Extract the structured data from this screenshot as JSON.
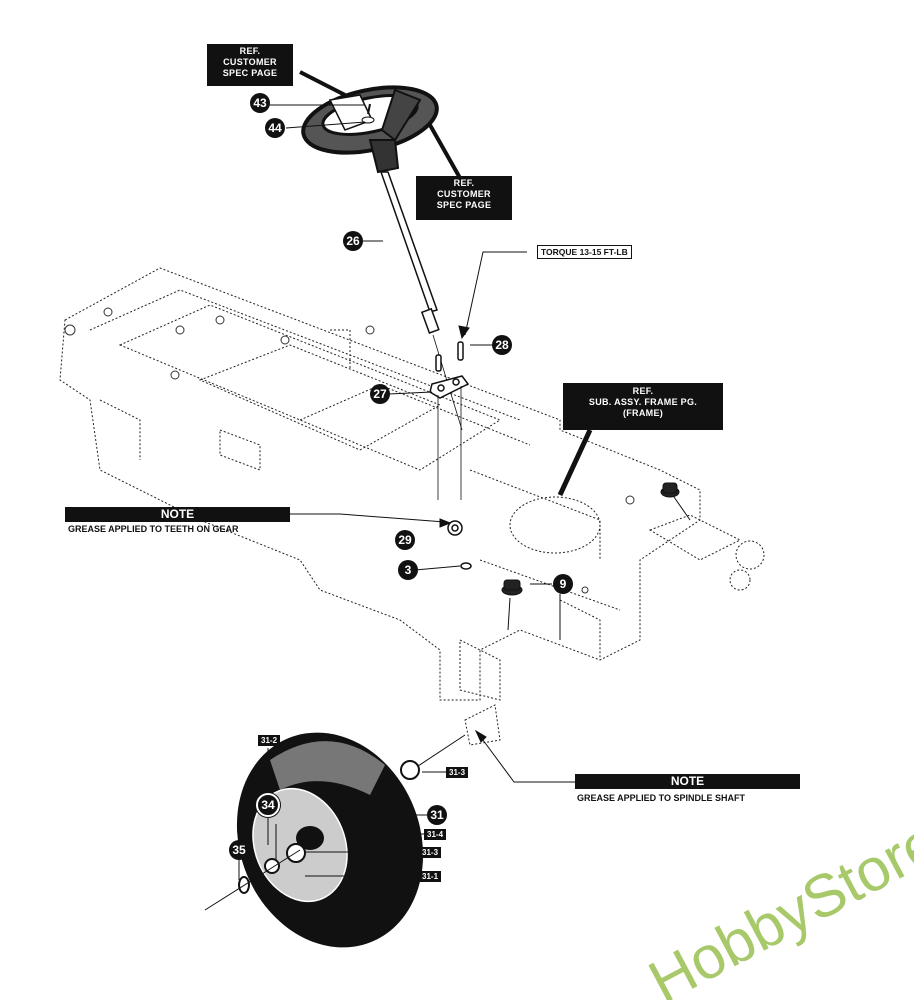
{
  "diagram": {
    "title": "Steering and front wheel parts diagram",
    "callouts": {
      "ref_customer_top": [
        "REF.",
        "CUSTOMER",
        "SPEC PAGE"
      ],
      "ref_customer_right": [
        "REF.",
        "CUSTOMER",
        "SPEC PAGE"
      ],
      "ref_frame": [
        "REF.",
        "SUB. ASSY. FRAME PG.",
        "(FRAME)"
      ],
      "torque": "TORQUE 13-15 FT-LB"
    },
    "notes": [
      {
        "heading": "NOTE",
        "text": "GREASE APPLIED TO TEETH ON GEAR"
      },
      {
        "heading": "NOTE",
        "text": "GREASE APPLIED TO SPINDLE SHAFT"
      }
    ],
    "part_numbers": {
      "p43": "43",
      "p44": "44",
      "p26": "26",
      "p28": "28",
      "p27": "27",
      "p29": "29",
      "p3": "3",
      "p9": "9",
      "p34": "34",
      "p35": "35",
      "p31": "31"
    },
    "part_tags": {
      "t31_2": "31-2",
      "t31_3a": "31-3",
      "t31_4": "31-4",
      "t31_3b": "31-3",
      "t31_1": "31-1"
    },
    "watermark": "HobbyStore.it",
    "colors": {
      "ink": "#111111",
      "watermark": "#a8c96a",
      "paper": "#ffffff"
    }
  }
}
